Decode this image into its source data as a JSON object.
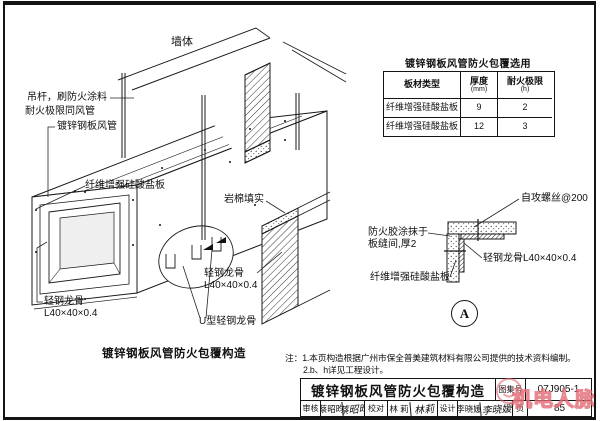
{
  "drawing": {
    "caption": "镀锌钢板风管防火包覆构造",
    "labels": {
      "wall": "墙体",
      "hanger_line1": "吊杆，刷防火涂料",
      "hanger_line2": "耐火极限同风管",
      "duct": "镀锌钢板风管",
      "board": "纤维增强硅酸盐板",
      "rockwool": "岩棉填实",
      "keel_line1": "轻钢龙骨",
      "keel_line2": "L40×40×0.4",
      "u_keel": "U型轻钢龙骨"
    }
  },
  "selection_table": {
    "title": "镀锌钢板风管防火包覆选用",
    "col1_header": "板材类型",
    "col2_header": "厚度",
    "col2_unit": "(mm)",
    "col3_header": "耐火极限",
    "col3_unit": "(h)",
    "rows": [
      {
        "material": "纤维增强硅酸盐板",
        "thickness": "9",
        "rating": "2"
      },
      {
        "material": "纤维增强硅酸盐板",
        "thickness": "12",
        "rating": "3"
      }
    ]
  },
  "detail_a": {
    "marker": "A",
    "labels": {
      "screw": "自攻螺丝@200",
      "glue_line1": "防火胶涂抹于",
      "glue_line2": "板缝间,厚2",
      "keel": "轻钢龙骨L40×40×0.4",
      "board": "纤维增强硅酸盐板"
    }
  },
  "notes": {
    "prefix": "注：",
    "line1": "1.本页构造根据广州市保全普美建筑材料有限公司提供的技术资料编制。",
    "line2": "2.b、h详见工程设计。"
  },
  "title_block": {
    "title": "镀锌钢板风管防火包覆构造",
    "atlas_label": "图集号",
    "atlas_number": "07J905-1",
    "page_label": "页",
    "page_number": "85",
    "cells": {
      "reviewer_label": "审核",
      "reviewer_name": "蔡昭昀",
      "reviewer_signature": "蔡昭昀",
      "checker_label": "校对",
      "checker_name": "林 莉",
      "checker_signature": "林莉",
      "designer_label": "设计",
      "designer_name": "李晓媛",
      "designer_signature": "李晓媛"
    }
  },
  "watermark": {
    "text": "机电人脉",
    "color": "#e87f88"
  }
}
